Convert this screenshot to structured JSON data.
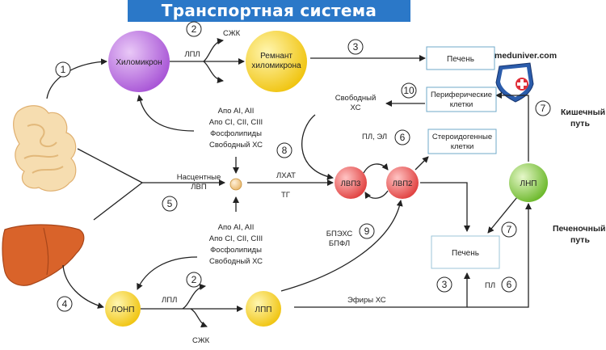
{
  "title": "Транспортная система липидов",
  "watermark": "meduniver.com",
  "nodes": {
    "chylomicron": "Хиломикрон",
    "remnant": [
      "Ремнант",
      "хиломикрона"
    ],
    "nascent_hdl": [
      "Насцентные",
      "ЛВП"
    ],
    "hdl3": "ЛВП3",
    "hdl2": "ЛВП2",
    "ldl": "ЛНП",
    "vldl": "ЛОНП",
    "idl": "ЛПП"
  },
  "boxes": {
    "liver_top": "Печень",
    "peripheral": [
      "Периферические",
      "клетки"
    ],
    "steroidogenic": [
      "Стероидогенные",
      "клетки"
    ],
    "liver_bottom": "Печень"
  },
  "labels": {
    "lpl_top": "ЛПЛ",
    "ffa_top": "СЖК",
    "lpl_bottom": "ЛПЛ",
    "ffa_bottom": "СЖК",
    "apo_top": [
      "Апо AI, AII",
      "Апо CI, CII, CIII",
      "Фосфолипиды",
      "Свободный ХС"
    ],
    "apo_bottom": [
      "Апо AI, AII",
      "Апо CI, CII, CIII",
      "Фосфолипиды",
      "Свободный ХС"
    ],
    "free_chol": [
      "Свободный",
      "ХС"
    ],
    "pl_el": "ПЛ, ЭЛ",
    "lcat": "ЛХАТ",
    "tg": "ТГ",
    "cetp": [
      "БПЭХС",
      "БПФЛ"
    ],
    "chol_esters": "Эфиры ХС",
    "pl": "ПЛ",
    "intestinal_path": [
      "Кишечный",
      "путь"
    ],
    "hepatic_path": [
      "Печеночный",
      "путь"
    ]
  },
  "steps": [
    "1",
    "2",
    "3",
    "4",
    "5",
    "6",
    "7",
    "8",
    "9",
    "10"
  ],
  "colors": {
    "banner": "#2b78c8",
    "chylomicron": "#b86ee0",
    "remnant": "#f2d21a",
    "hdl": "#ec5c5c",
    "ldl": "#7cc43a",
    "vldl": "#f5c21b",
    "nascent": "#f2c98c",
    "liver": "#d9632a",
    "intestine": "#f3d6a0"
  }
}
